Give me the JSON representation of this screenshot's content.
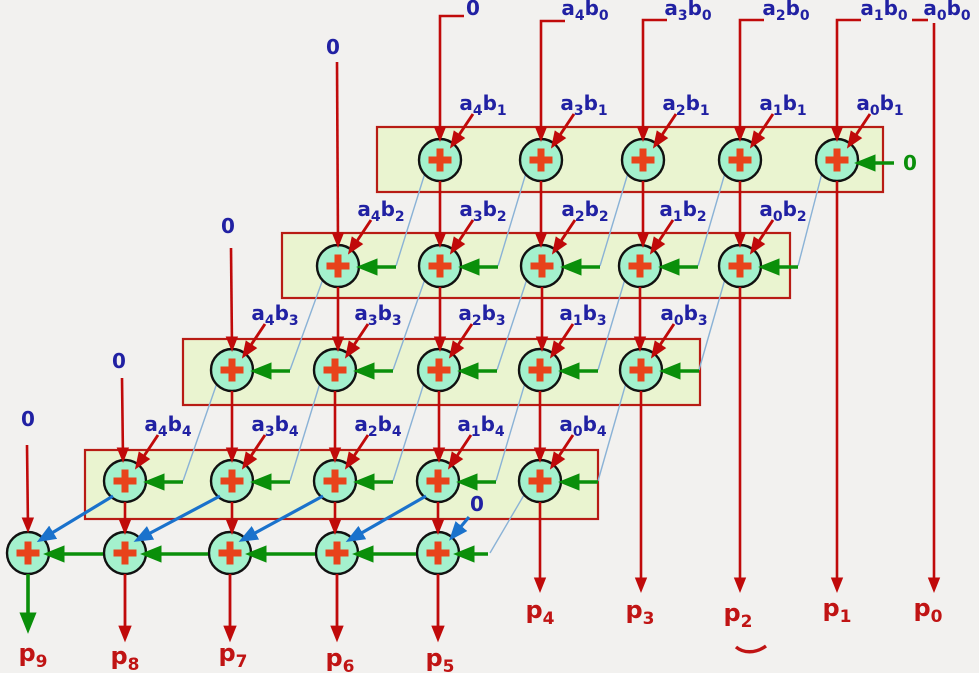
{
  "diagram": {
    "kind": "array-multiplier-structure",
    "operator_symbol": "+",
    "top_inputs": [
      "0",
      "a4b0",
      "a3b0",
      "a2b0",
      "a1b0",
      "a0b0"
    ],
    "left_zeros": [
      "0",
      "0",
      "0",
      "0"
    ],
    "row_partial_products": [
      [
        "a4b1",
        "a3b1",
        "a2b1",
        "a1b1",
        "a0b1"
      ],
      [
        "a4b2",
        "a3b2",
        "a2b2",
        "a1b2",
        "a0b2"
      ],
      [
        "a4b3",
        "a3b3",
        "a2b3",
        "a1b3",
        "a0b3"
      ],
      [
        "a4b4",
        "a3b4",
        "a2b4",
        "a1b4",
        "a0b4"
      ]
    ],
    "first_row_carry_in": "0",
    "final_row_carry_in": "0",
    "outputs": [
      "p9",
      "p8",
      "p7",
      "p6",
      "p5",
      "p4",
      "p3",
      "p2",
      "p1",
      "p0"
    ],
    "colors": {
      "background": "#f2f1ef",
      "box_fill": "#eaf4d0",
      "box_border": "#b81c14",
      "cell_fill": "#a4f1cd",
      "cell_border": "#111111",
      "plus": "#e8431b",
      "red_line": "#c00a0a",
      "label_blue": "#2121a3",
      "output_red": "#c01414",
      "green": "#0a8f0a",
      "blue_thick": "#1a72cc",
      "blue_thin": "#8ab2d6"
    }
  }
}
